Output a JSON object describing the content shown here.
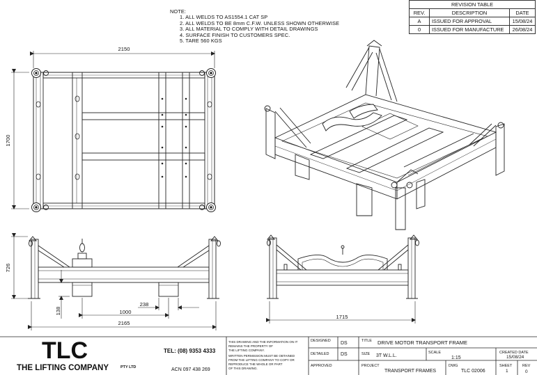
{
  "notes": {
    "heading": "NOTE:",
    "items": [
      "1. ALL WELDS TO AS1554.1 CAT SP",
      "2. ALL WELDS TO BE 8mm C.F.W. UNLESS SHOWN OTHERWISE",
      "3. ALL MATERIAL TO COMPLY WITH DETAIL DRAWINGS",
      "4. SURFACE FINISH TO CUSTOMERS SPEC.",
      "5. TARE 560 KGS"
    ]
  },
  "revision_table": {
    "title": "REVISION TABLE",
    "headers": [
      "REV.",
      "DESCRIPTION",
      "DATE"
    ],
    "rows": [
      [
        "A",
        "ISSUED FOR APPROVAL",
        "15/08/24"
      ],
      [
        "0",
        "ISSUED FOR MANUFACTURE",
        "26/08/24"
      ]
    ]
  },
  "dimensions": {
    "plan_width": "2150",
    "plan_height": "1700",
    "front_height": "726",
    "front_width": "2165",
    "front_1000": "1000",
    "front_238": "238",
    "front_138": "138",
    "side_width": "1715"
  },
  "title_block": {
    "logo": "TLC",
    "company": "THE LIFTING COMPANY",
    "company_suffix": "PTY LTD",
    "tel": "TEL: (08) 9353 4333",
    "acn": "ACN 097 438 269",
    "disclaimer": [
      "THIS DRAWING AND THE INFORMATION ON IT",
      "REMAINS THE PROPERTY OF",
      "THE LIFTING COMPANY.",
      "WRITTEN PERMISSION MUST BE OBTAINED",
      "FROM THE LIFTING COMPANY TO COPY OR",
      "REPRODUCE THE WHOLE OR PART",
      "OF THIS DRAWING."
    ],
    "designed_label": "DESIGNED",
    "designed": "DS",
    "detailed_label": "DETAILED",
    "detailed": "DS",
    "approved_label": "APPROVED",
    "title_label": "TITLE",
    "title": "DRIVE MOTOR TRANSPORT FRAME",
    "size_label": "SIZE",
    "size": "3T W.L.L.",
    "scale_label": "SCALE",
    "scale": "1:15",
    "created_label": "CREATED DATE",
    "created": "15/08/24",
    "project_label": "PROJECT",
    "project": "TRANSPORT FRAMES",
    "dwg_label": "DWG",
    "dwg": "TLC 02006",
    "sheet_label": "SHEET",
    "sheet": "1",
    "rev_label": "REV",
    "rev": "0"
  }
}
